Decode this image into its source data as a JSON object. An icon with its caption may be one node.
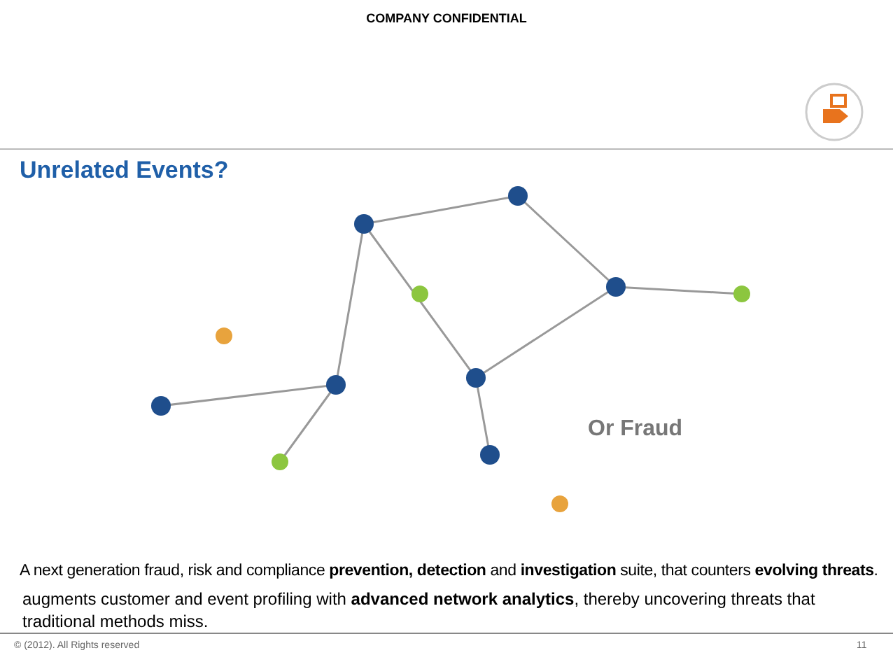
{
  "diagram": {
    "labels": [
      "COMPANY CONFIDENTIAL",
      "Unrelated Events?",
      "Or Fraud",
      "A next generation fraud, risk and compliance **prevention, detection** and **investigation** suite, that counters **evolving threats**.",
      "augments customer and event profiling with **advanced network analytics**, thereby uncovering threats that traditional methods miss.",
      "© (2012). All Rights reserved",
      "11"
    ]
  }
}
